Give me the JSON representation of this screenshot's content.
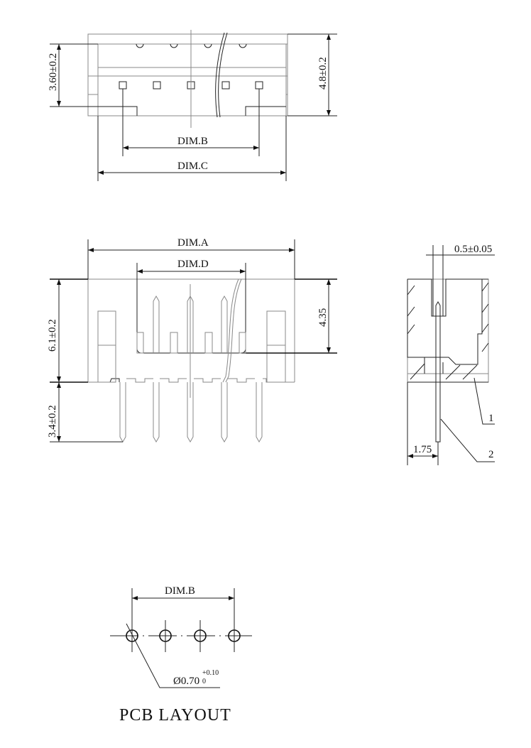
{
  "top_view": {
    "dim_height_inner": "3.60±0.2",
    "dim_height_outer": "4.8±0.2",
    "dim_b": "DIM.B",
    "dim_c": "DIM.C"
  },
  "front_view": {
    "dim_a": "DIM.A",
    "dim_d": "DIM.D",
    "dim_body_height": "6.1±0.2",
    "dim_pin_length": "3.4±0.2",
    "dim_cavity_depth": "4.35"
  },
  "side_view": {
    "dim_pin_width": "0.5±0.05",
    "dim_offset": "1.75",
    "callout_1": "1",
    "callout_2": "2"
  },
  "pcb_layout": {
    "dim_b": "DIM.B",
    "hole_diameter": "Ø0.70",
    "tol_upper": "+0.10",
    "tol_lower": "0",
    "title": "PCB LAYOUT"
  }
}
